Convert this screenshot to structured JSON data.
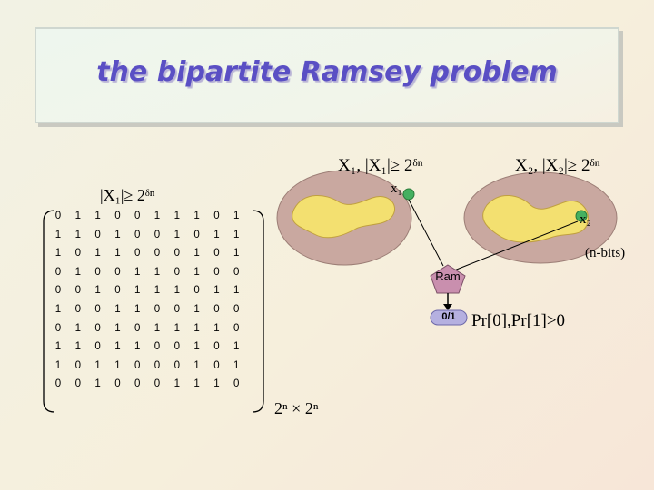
{
  "title": "the bipartite Ramsey problem",
  "labels": {
    "x1_set": "X₁, |X₁|≥ 2ᵟⁿ",
    "x2_set": "X₂, |X₂|≥ 2ᵟⁿ",
    "left_size": "|X₁|≥ 2ᵟⁿ",
    "x1_point": "x₁",
    "x2_point": "x₂",
    "nbits": "(n-bits)",
    "ram": "Ram",
    "output": "0/1",
    "probability": "Pr[0],Pr[1]>0",
    "matrix_size": "2ⁿ × 2ⁿ"
  },
  "colors": {
    "title": "#5a4fc4",
    "ellipse": "#c9a8a0",
    "blob": "#f3e070",
    "point": "#44b060",
    "ram_pentagon": "#c98fae",
    "output_box": "#b5b0e0"
  },
  "matrix": [
    [
      "0",
      "1",
      "1",
      "0",
      "0",
      "1",
      "1",
      "1",
      "0",
      "1"
    ],
    [
      "1",
      "1",
      "0",
      "1",
      "0",
      "0",
      "1",
      "0",
      "1",
      "1"
    ],
    [
      "1",
      "0",
      "1",
      "1",
      "0",
      "0",
      "0",
      "1",
      "0",
      "1"
    ],
    [
      "0",
      "1",
      "0",
      "0",
      "1",
      "1",
      "0",
      "1",
      "0",
      "0"
    ],
    [
      "0",
      "0",
      "1",
      "0",
      "1",
      "1",
      "1",
      "0",
      "1",
      "1"
    ],
    [
      "1",
      "0",
      "0",
      "1",
      "1",
      "0",
      "0",
      "1",
      "0",
      "0"
    ],
    [
      "0",
      "1",
      "0",
      "1",
      "0",
      "1",
      "1",
      "1",
      "1",
      "0"
    ],
    [
      "1",
      "1",
      "0",
      "1",
      "1",
      "0",
      "0",
      "1",
      "0",
      "1"
    ],
    [
      "1",
      "0",
      "1",
      "1",
      "0",
      "0",
      "0",
      "1",
      "0",
      "1"
    ],
    [
      "0",
      "0",
      "1",
      "0",
      "0",
      "0",
      "1",
      "1",
      "1",
      "0"
    ]
  ]
}
